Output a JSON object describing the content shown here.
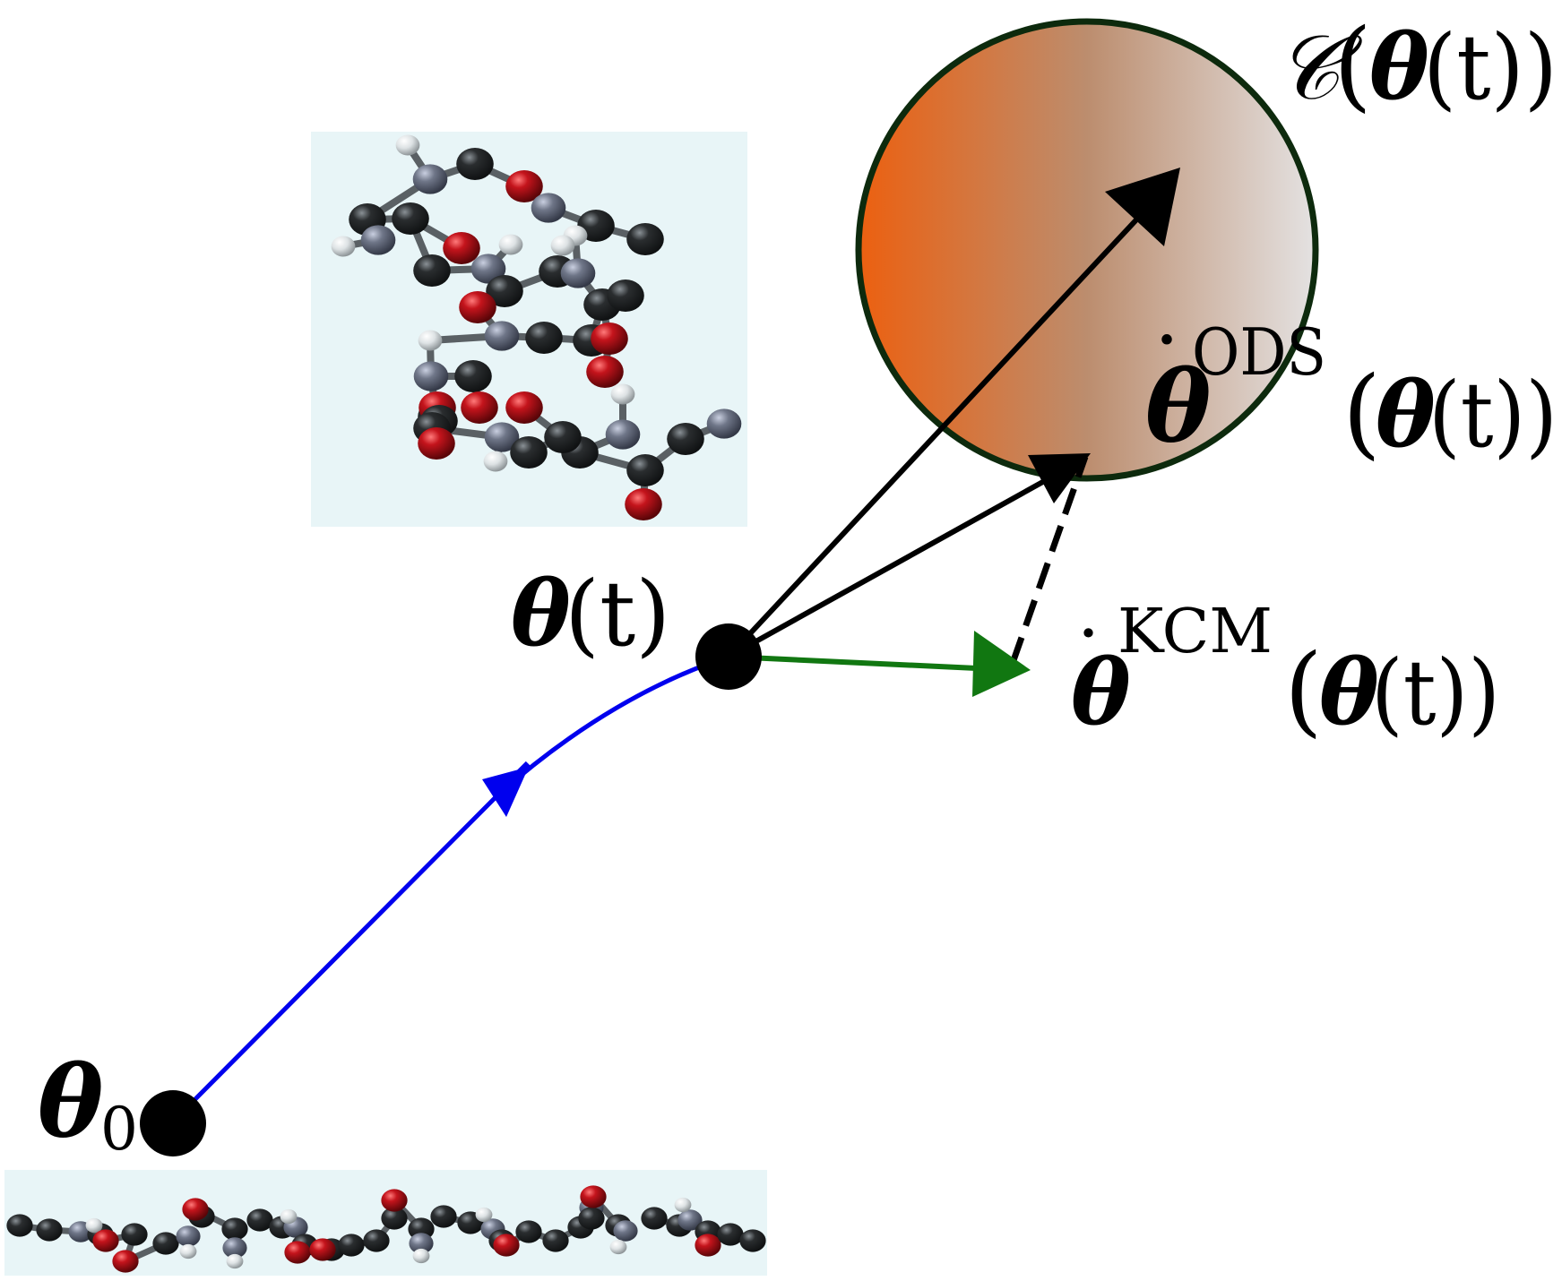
{
  "labels": {
    "theta0_symbol": "θ",
    "theta0_sub": "0",
    "theta_t_symbol": "θ",
    "theta_t_args": "(t)",
    "constraint_symbol": "𝒞",
    "constraint_args_open": "(",
    "constraint_theta": "θ",
    "constraint_args_close": "(t))",
    "ods_dot": "˙",
    "ods_theta": "θ",
    "ods_sup": "ODS",
    "ods_args_open": "(",
    "ods_args_theta": "θ",
    "ods_args_close": "(t))",
    "kcm_dot": "˙",
    "kcm_theta": "θ",
    "kcm_sup": "KCM",
    "kcm_args_open": "(",
    "kcm_args_theta": "θ",
    "kcm_args_close": "(t))"
  },
  "colors": {
    "trajectory": "#0000ee",
    "kcm_arrow": "#117711",
    "circle_stroke": "#0d2a0d",
    "circle_fill_left": "#ec6010",
    "circle_fill_mid": "#bc8d6e",
    "circle_fill_right": "#e4e2e2",
    "molecule_bg": "#e8f5f7",
    "atom_carbon": "#2a2d2f",
    "atom_oxygen": "#c4141c",
    "atom_nitrogen": "#6f7688",
    "atom_hydrogen": "#dde2e4"
  }
}
